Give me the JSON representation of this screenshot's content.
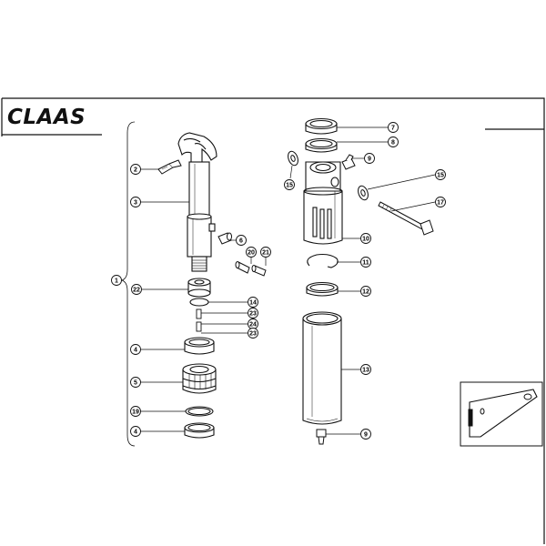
{
  "brand": {
    "logo_text": "CLAAS"
  },
  "callouts": {
    "assembly": "1",
    "screw": "2",
    "shaft": "3",
    "ring_a": "4",
    "ring_b": "4",
    "bearing": "5",
    "bush": "6",
    "ring_top": "7",
    "seal_top": "8",
    "fitting_top": "9",
    "fitting_bottom": "9",
    "housing": "10",
    "circlip": "11",
    "seal_mid": "12",
    "tube": "13",
    "oring": "14",
    "washer_left": "15",
    "washer_right": "15",
    "bolt": "17",
    "ring_19": "19",
    "pin_20": "20",
    "pin_21": "21",
    "nut_22": "22",
    "pin_23a": "23",
    "pin_23b": "23",
    "pin_24": "24"
  },
  "colors": {
    "line": "#111111",
    "paper": "#ffffff"
  }
}
